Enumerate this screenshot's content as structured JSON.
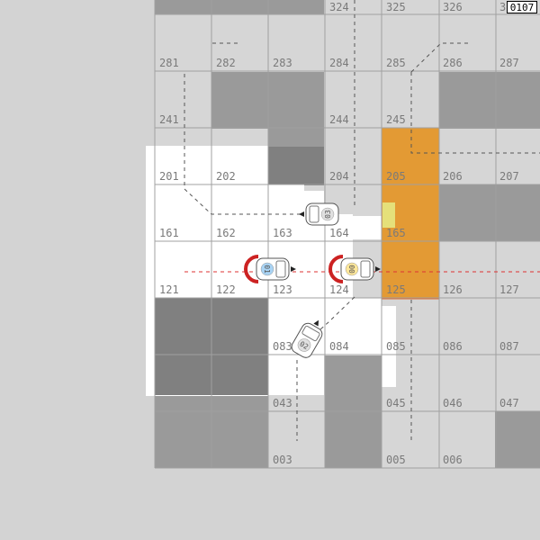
{
  "step_counter": "0107",
  "cell_labels": [
    "324",
    "325",
    "326",
    "3",
    "281",
    "282",
    "283",
    "284",
    "285",
    "286",
    "287",
    "241",
    "244",
    "245",
    "201",
    "202",
    "204",
    "205",
    "206",
    "207",
    "161",
    "162",
    "163",
    "164",
    "165",
    "121",
    "122",
    "123",
    "124",
    "125",
    "126",
    "127",
    "083",
    "084",
    "085",
    "086",
    "087",
    "043",
    "045",
    "046",
    "047",
    "003",
    "005",
    "006"
  ],
  "vehicles": [
    {
      "name": "vehicle-00",
      "label": "00",
      "accent": "#ffe79a",
      "selected": true
    },
    {
      "name": "vehicle-01",
      "label": "01",
      "accent": "#a9d4f5",
      "selected": true
    },
    {
      "name": "vehicle-02",
      "label": "02",
      "accent": "#e0e0e0",
      "selected": false
    },
    {
      "name": "vehicle-03",
      "label": "03",
      "accent": "#e0e0e0",
      "selected": false
    }
  ],
  "colors": {
    "background": "#d3d3d3",
    "floor": "#d6d6d6",
    "wall": "#9a9a9a",
    "dark_wall": "#808080",
    "visible": "#ffffff",
    "highlight": "#e39a34",
    "marker": "#e5e07a",
    "grid": "#a0a0a0",
    "path_planned": "#dd3333",
    "path_other": "#555555"
  }
}
